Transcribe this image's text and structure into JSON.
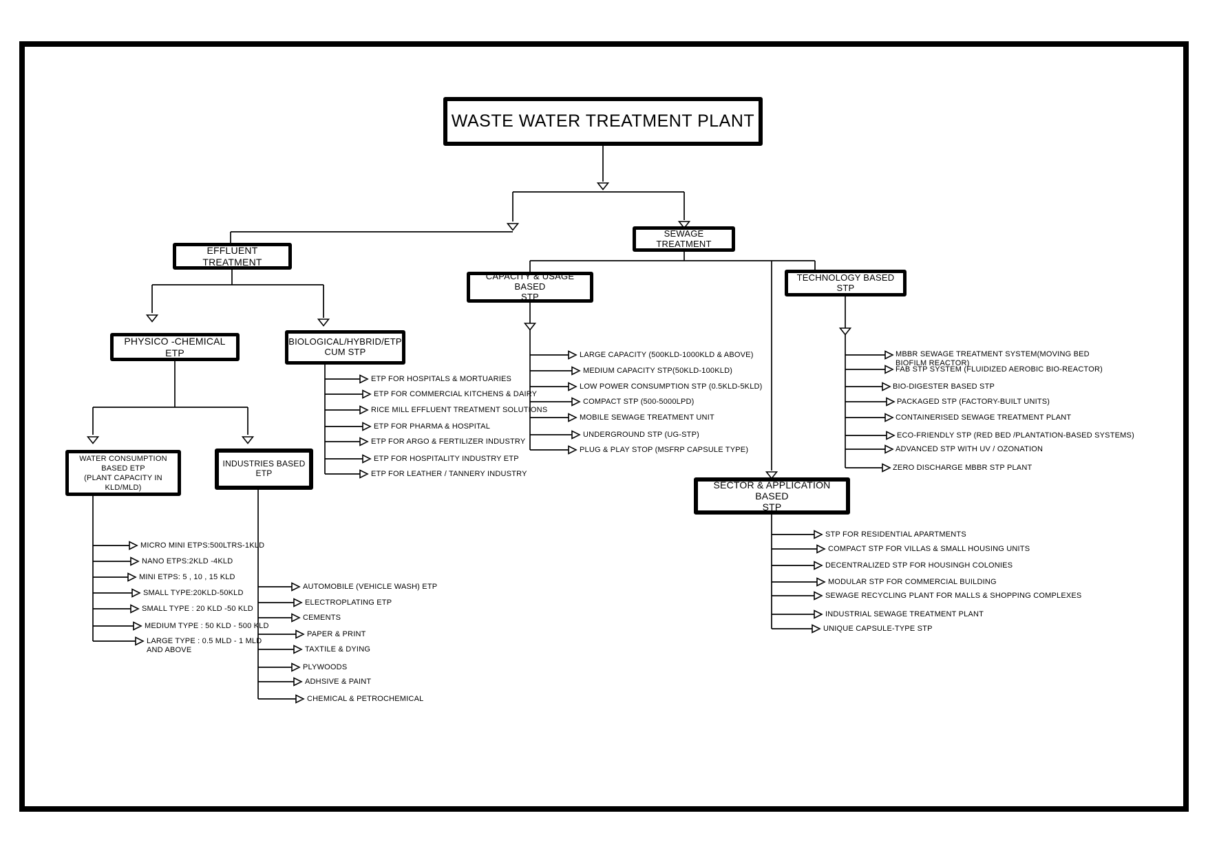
{
  "title": "WASTE WATER TREATMENT PLANT",
  "nodes": {
    "effluent": {
      "label": "EFFLUENT TREATMENT"
    },
    "sewage": {
      "label": "SEWAGE TREATMENT"
    },
    "capacity": {
      "line1": "CAPACITY & USAGE BASED",
      "line2": "STP"
    },
    "technology": {
      "label": "TECHNOLOGY BASED STP"
    },
    "sector": {
      "line1": "SECTOR & APPLICATION BASED",
      "line2": "STP"
    },
    "physico": {
      "label": "PHYSICO -CHEMICAL ETP"
    },
    "biological": {
      "line1": "BIOLOGICAL/HYBRID/ETP",
      "line2": "CUM STP"
    },
    "water": {
      "line1": "WATER CONSUMPTION",
      "line2": "BASED ETP",
      "line3": "(PLANT CAPACITY IN",
      "line4": "KLD/MLD)"
    },
    "industries": {
      "line1": "INDUSTRIES BASED",
      "line2": "ETP"
    }
  },
  "lists": {
    "capacity": {
      "items": [
        "LARGE CAPACITY (500KLD-1000KLD & ABOVE)",
        "MEDIUM CAPACITY STP(50KLD-100KLD)",
        "LOW POWER CONSUMPTION STP (0.5KLD-5KLD)",
        "COMPACT STP (500-5000LPD)",
        "MOBILE SEWAGE TREATMENT UNIT",
        "UNDERGROUND STP (UG-STP)",
        "PLUG & PLAY STOP (MSFRP CAPSULE TYPE)"
      ]
    },
    "technology": {
      "items": [
        "MBBR SEWAGE TREATMENT SYSTEM(MOVING BED BIOFILM REACTOR)",
        "FAB STP SYSTEM (FLUIDIZED AEROBIC BIO-REACTOR)",
        "BIO-DIGESTER BASED STP",
        "PACKAGED STP (FACTORY-BUILT UNITS)",
        "CONTAINERISED SEWAGE TREATMENT PLANT",
        "ECO-FRIENDLY STP (RED BED /PLANTATION-BASED SYSTEMS)",
        "ADVANCED STP WITH UV / OZONATION",
        "ZERO DISCHARGE MBBR STP PLANT"
      ]
    },
    "sector": {
      "items": [
        "STP FOR RESIDENTIAL APARTMENTS",
        "COMPACT STP FOR VILLAS & SMALL HOUSING UNITS",
        "DECENTRALIZED STP FOR HOUSINGH COLONIES",
        "MODULAR STP FOR COMMERCIAL BUILDING",
        "SEWAGE RECYCLING PLANT FOR MALLS & SHOPPING COMPLEXES",
        "INDUSTRIAL SEWAGE TREATMENT PLANT",
        "UNIQUE CAPSULE-TYPE STP"
      ]
    },
    "water": {
      "items": [
        "MICRO MINI ETPS:500LTRS-1KLD",
        "NANO ETPS:2KLD -4KLD",
        "MINI ETPS: 5 , 10 , 15 KLD",
        "SMALL TYPE:20KLD-50KLD",
        "SMALL TYPE : 20 KLD -50 KLD",
        "MEDIUM TYPE : 50 KLD - 500 KLD",
        "LARGE TYPE : 0.5 MLD - 1 MLD AND ABOVE"
      ]
    },
    "industries": {
      "items": [
        "AUTOMOBILE (VEHICLE WASH) ETP",
        "ELECTROPLATING ETP",
        "CEMENTS",
        "PAPER & PRINT",
        "TAXTILE & DYING",
        "PLYWOODS",
        "ADHSIVE & PAINT",
        "CHEMICAL & PETROCHEMICAL"
      ]
    },
    "biological": {
      "items": [
        "ETP FOR HOSPITALS & MORTUARIES",
        "ETP FOR COMMERCIAL KITCHENS & DAIRY",
        "RICE MILL EFFLUENT TREATMENT SOLUTIONS",
        "ETP FOR PHARMA & HOSPITAL",
        "ETP FOR ARGO & FERTILIZER INDUSTRY",
        "ETP FOR HOSPITALITY INDUSTRY ETP",
        "ETP FOR LEATHER / TANNERY INDUSTRY"
      ]
    },
    "colors": {
      "line": "#000000",
      "background": "#ffffff"
    }
  }
}
